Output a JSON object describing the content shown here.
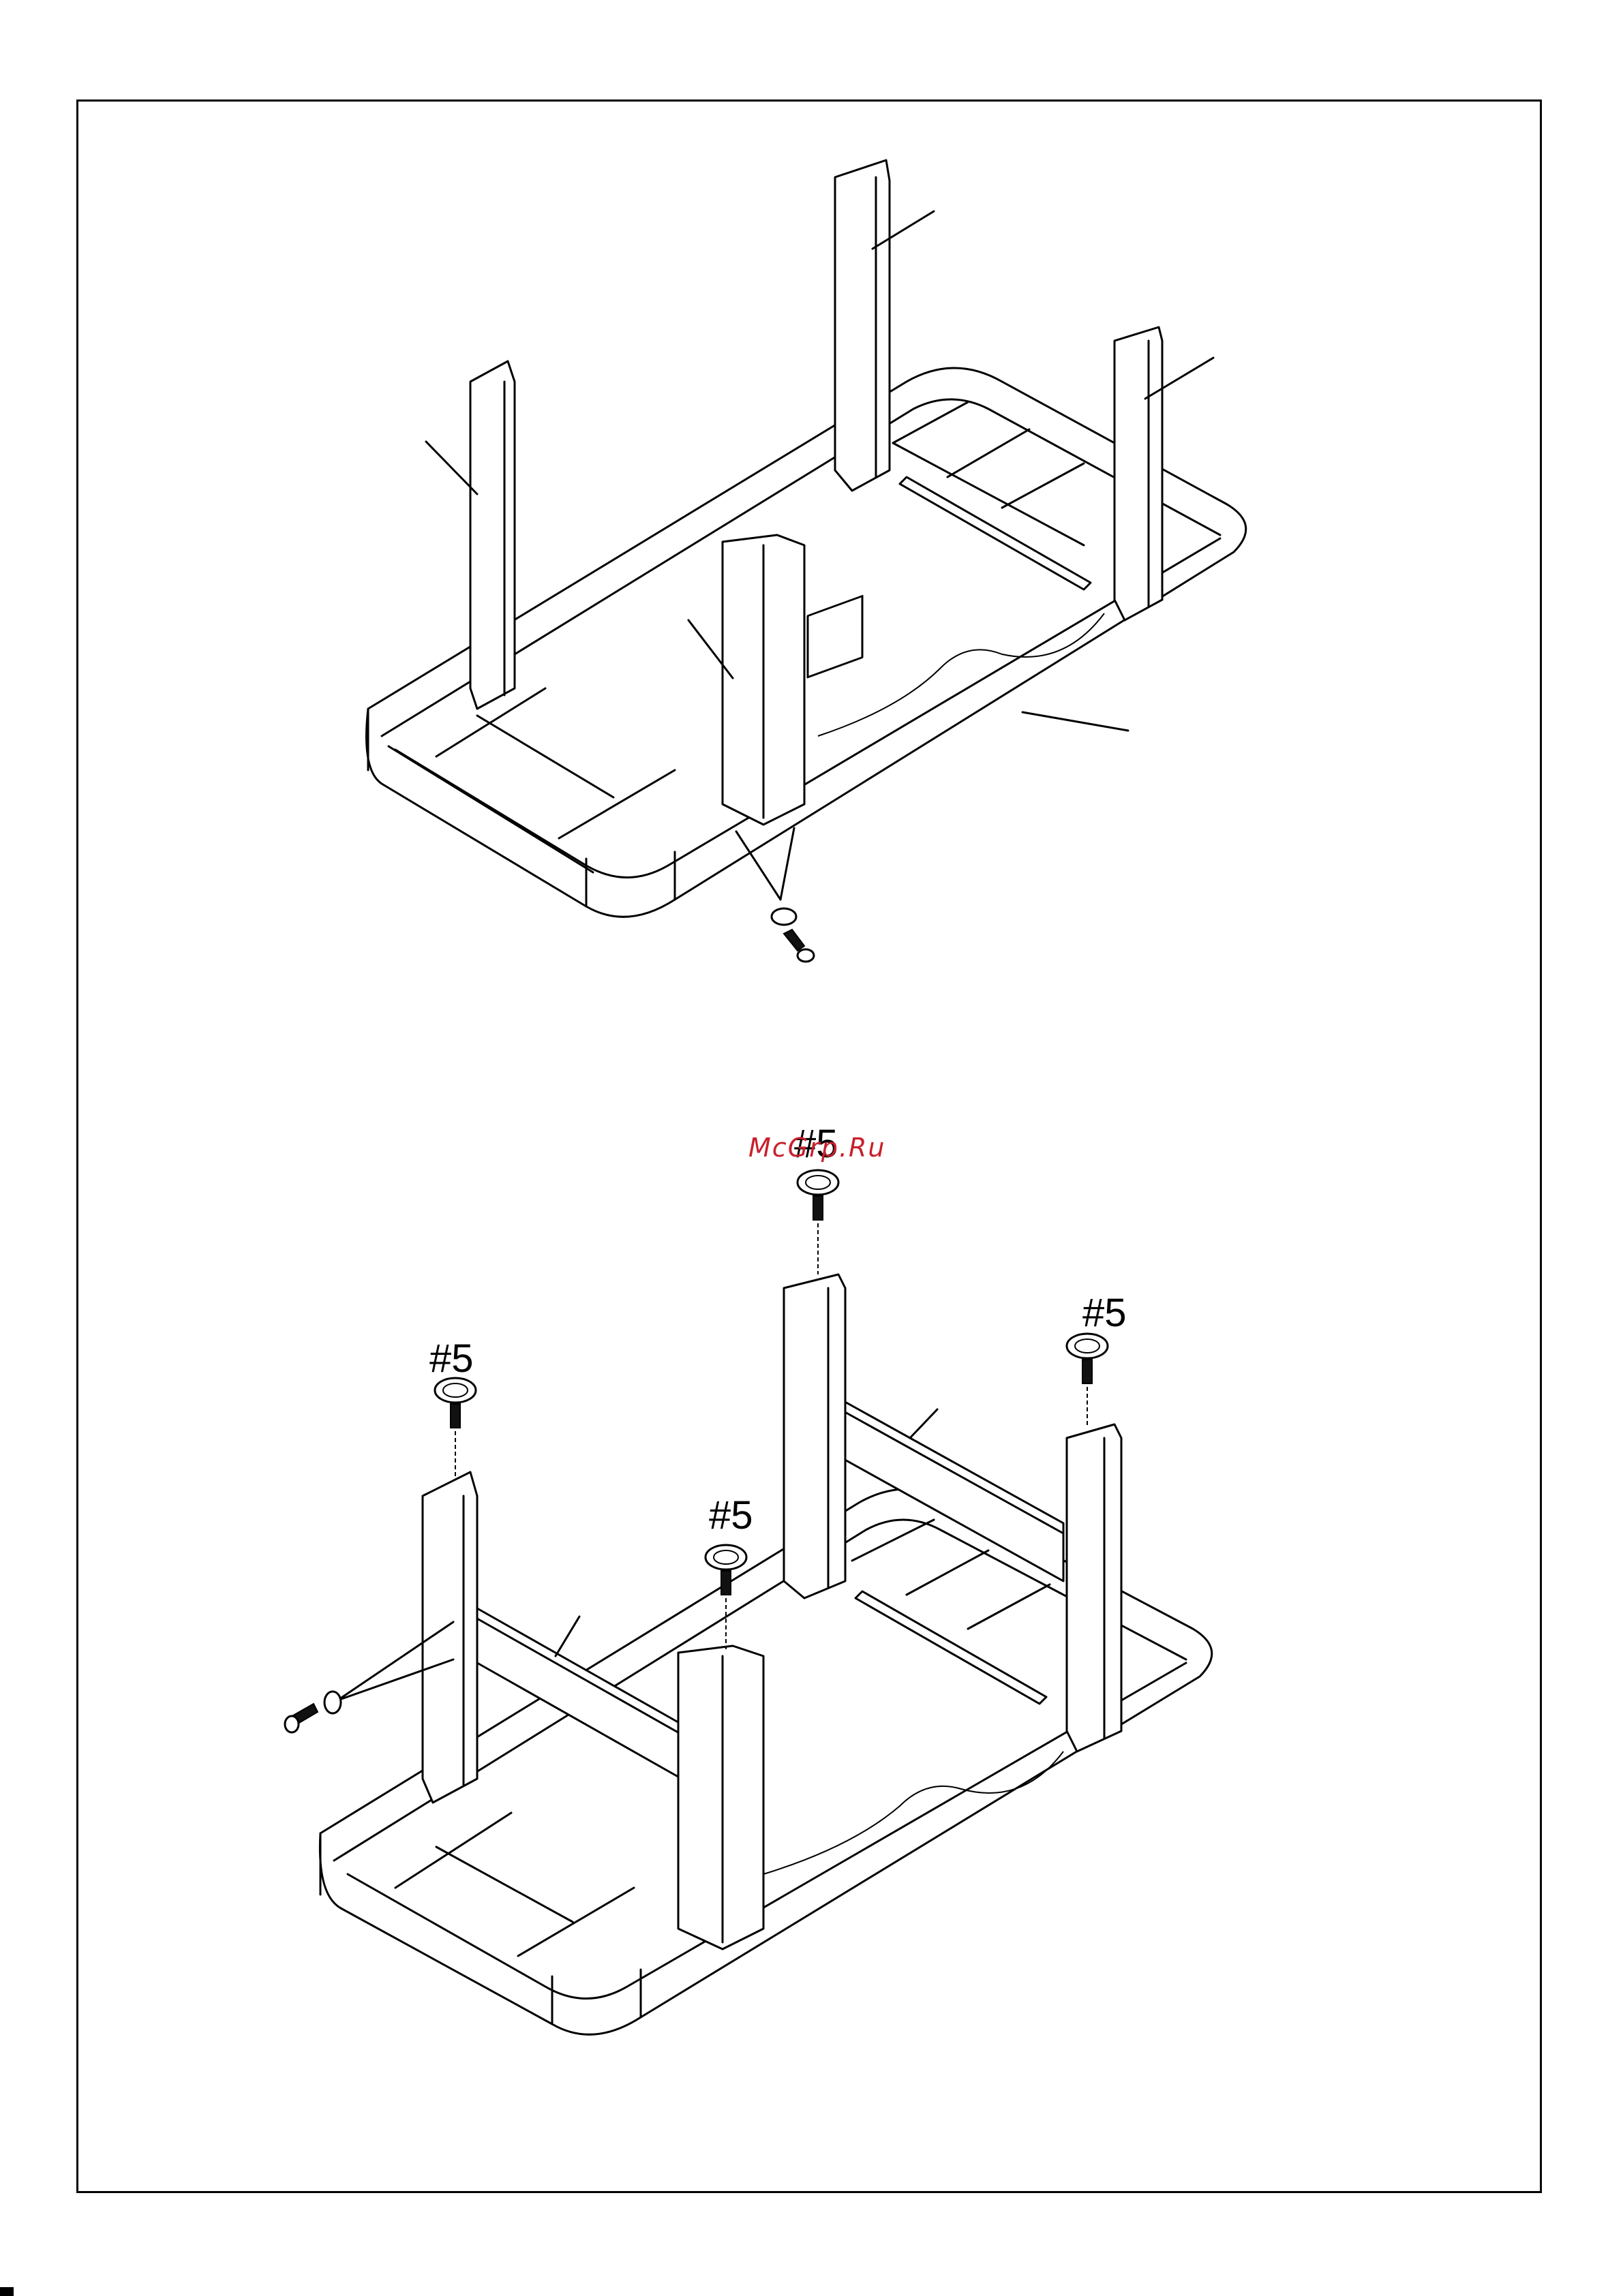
{
  "figure": {
    "part_labels": [
      "#5",
      "#5",
      "#5",
      "#5"
    ]
  },
  "watermark": {
    "text": "McGrp.Ru",
    "color": "#c8202c"
  }
}
